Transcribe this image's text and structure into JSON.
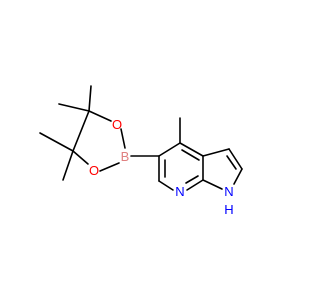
{
  "molecule": {
    "atom_labels": {
      "boron": "B",
      "oxygen_top": "O",
      "oxygen_bottom": "O",
      "nitrogen_pyridine": "N",
      "nitrogen_pyrrole": "N",
      "hydrogen_nh": "H"
    },
    "colors": {
      "bond": "#000000",
      "boron": "#e08080",
      "oxygen": "#ff0000",
      "nitrogen": "#0000ff"
    }
  }
}
